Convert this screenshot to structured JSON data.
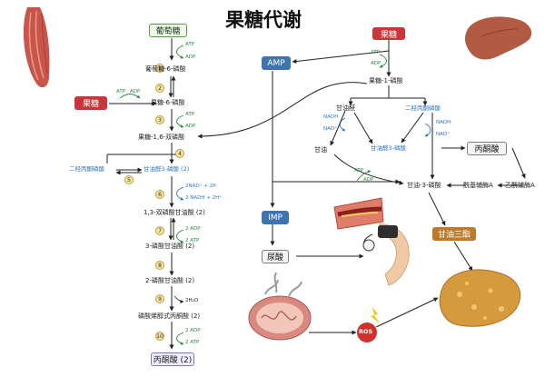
{
  "title": "果糖代谢",
  "boxes": {
    "glucose": "葡萄糖",
    "fructose_left": "果糖",
    "fructose_top": "果糖",
    "amp": "AMP",
    "imp": "IMP",
    "uric_acid": "尿酸",
    "pyruvate_right": "丙酮酸",
    "pyruvate_bottom": "丙酮酸 (2)",
    "triglyceride": "甘油三酯",
    "ros": "ROS"
  },
  "glycolysis": {
    "g6p": "葡萄糖-6-磷酸",
    "f6p": "果糖-6-磷酸",
    "f16bp": "果糖-1,6-双磷酸",
    "dhap": "二羟丙酮磷酸",
    "g3p": "甘油醛3-磷酸 (2)",
    "bpg": "1,3-双磷酸甘油酸 (2)",
    "pg3": "3-磷酸甘油酸 (2)",
    "pg2": "2-磷酸甘油酸 (2)",
    "pep": "磷酸烯醇式丙酮酸 (2)"
  },
  "steps": [
    "1",
    "2",
    "3",
    "4",
    "5",
    "6",
    "7",
    "8",
    "9",
    "10"
  ],
  "cofactors": {
    "atp": "ATP",
    "adp": "ADP",
    "nad_in": "2NAD⁺ + 2Pᵢ",
    "nadh_out": "2 NADH + 2H⁺",
    "two_adp": "2 ADP",
    "two_atp": "2 ATP",
    "water": "2H₂O",
    "nadh": "NADH",
    "nad": "NAD⁺"
  },
  "fructose_path": {
    "f1p": "果糖-1-磷酸",
    "glyceraldehyde": "甘油醛",
    "dhap": "二羟丙酮磷酸",
    "gald3p": "甘油醛3-磷酸",
    "glycerol": "甘油",
    "glycerol3p": "甘油-3-磷酸",
    "acyl_coa": "酰基辅酶A",
    "acetyl_coa": "乙酰辅酶A"
  },
  "colors": {
    "red": "#c9363a",
    "blue": "#3f74b0",
    "green": "#2b8a3e",
    "orange": "#bd7a2c"
  }
}
